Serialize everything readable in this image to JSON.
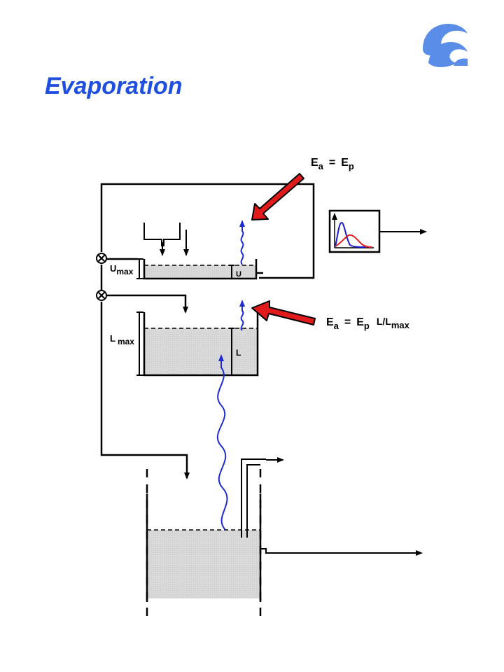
{
  "page": {
    "title": "Evaporation"
  },
  "colors": {
    "title": "#1f4fe0",
    "logo": "#5a8de8",
    "arrow_red": "#e11b1b",
    "wave_blue": "#1d2bd0",
    "water_fill": "#d9d9d9",
    "hydrograph_red": "#e02020",
    "hydrograph_blue": "#1a1ad0"
  },
  "diagram": {
    "upper_eq": {
      "lhs": "E",
      "lhs_sub": "a",
      "op": "=",
      "rhs": "E",
      "rhs_sub": "p"
    },
    "lower_eq": {
      "lhs": "E",
      "lhs_sub": "a",
      "op": "=",
      "rhs": "E",
      "rhs_sub": "p",
      "factor": "L/L",
      "factor_sub": "max"
    },
    "u_max_label": {
      "main": "U",
      "sub": "max"
    },
    "u_label": "U",
    "l_max_label": {
      "main": "L",
      "sub": "max"
    },
    "l_label": "L",
    "icons": {
      "logo": "wave-logo-icon",
      "junction": "circle-cross-icon",
      "hydrograph": "hydrograph-icon",
      "evaporation": "wavy-arrow-icon",
      "pointer": "red-arrow-icon"
    }
  }
}
